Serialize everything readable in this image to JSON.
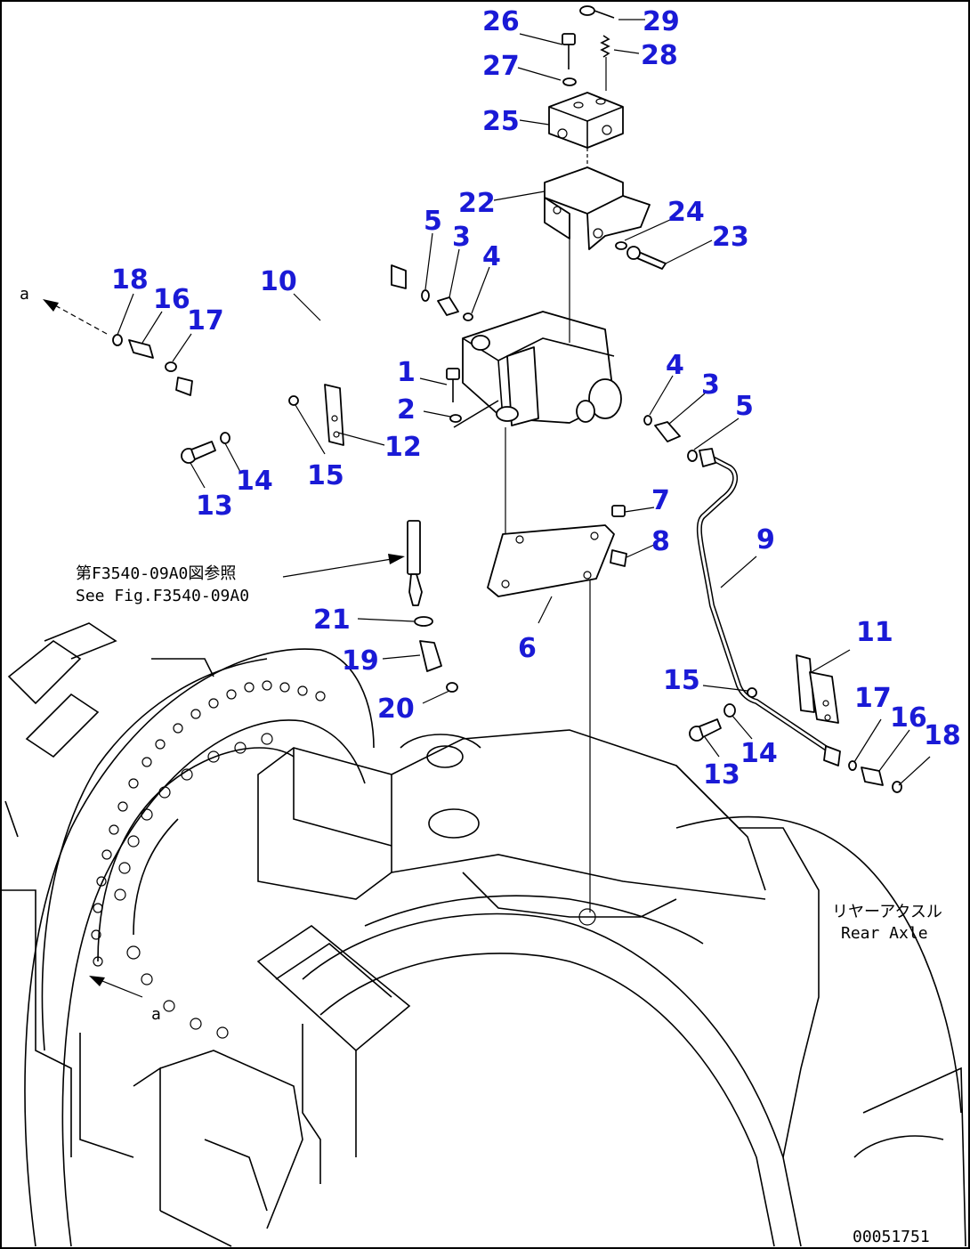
{
  "reference_note": {
    "line1": "第F3540-09A0図参照",
    "line2": "See Fig.F3540-09A0"
  },
  "axle_label": {
    "line1": "リヤーアクスル",
    "line2": "Rear Axle"
  },
  "arrow_label_top": "a",
  "arrow_label_bottom": "a",
  "drawing_code": "00051751",
  "callouts": [
    {
      "id": "c26",
      "text": "26"
    },
    {
      "id": "c29",
      "text": "29"
    },
    {
      "id": "c27",
      "text": "27"
    },
    {
      "id": "c28",
      "text": "28"
    },
    {
      "id": "c25",
      "text": "25"
    },
    {
      "id": "c22",
      "text": "22"
    },
    {
      "id": "c24",
      "text": "24"
    },
    {
      "id": "c23",
      "text": "23"
    },
    {
      "id": "c5a",
      "text": "5"
    },
    {
      "id": "c3a",
      "text": "3"
    },
    {
      "id": "c4a",
      "text": "4"
    },
    {
      "id": "c18a",
      "text": "18"
    },
    {
      "id": "c16a",
      "text": "16"
    },
    {
      "id": "c17a",
      "text": "17"
    },
    {
      "id": "c10",
      "text": "10"
    },
    {
      "id": "c1",
      "text": "1"
    },
    {
      "id": "c2",
      "text": "2"
    },
    {
      "id": "c4b",
      "text": "4"
    },
    {
      "id": "c3b",
      "text": "3"
    },
    {
      "id": "c5b",
      "text": "5"
    },
    {
      "id": "c12",
      "text": "12"
    },
    {
      "id": "c15a",
      "text": "15"
    },
    {
      "id": "c14a",
      "text": "14"
    },
    {
      "id": "c13a",
      "text": "13"
    },
    {
      "id": "c7",
      "text": "7"
    },
    {
      "id": "c8",
      "text": "8"
    },
    {
      "id": "c9",
      "text": "9"
    },
    {
      "id": "c6",
      "text": "6"
    },
    {
      "id": "c21",
      "text": "21"
    },
    {
      "id": "c19",
      "text": "19"
    },
    {
      "id": "c20",
      "text": "20"
    },
    {
      "id": "c11",
      "text": "11"
    },
    {
      "id": "c15b",
      "text": "15"
    },
    {
      "id": "c17b",
      "text": "17"
    },
    {
      "id": "c16b",
      "text": "16"
    },
    {
      "id": "c18b",
      "text": "18"
    },
    {
      "id": "c14b",
      "text": "14"
    },
    {
      "id": "c13b",
      "text": "13"
    }
  ]
}
